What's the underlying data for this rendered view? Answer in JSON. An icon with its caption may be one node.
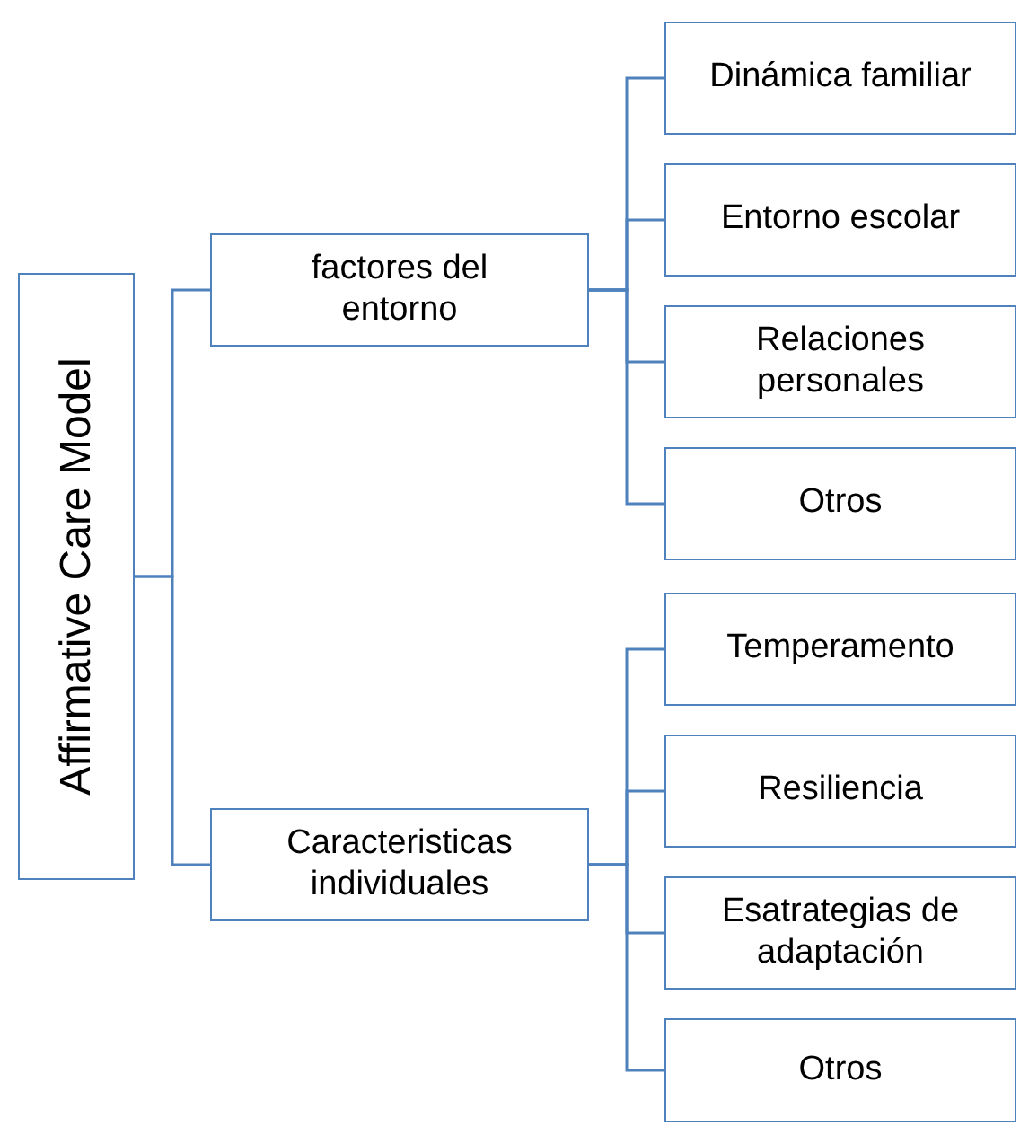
{
  "diagram": {
    "nodes": [
      {
        "text": [
          "Affirmative Care Model"
        ]
      },
      {
        "text": [
          "factores del entorno"
        ]
      },
      {
        "text": [
          "Dinámica familiar"
        ]
      },
      {
        "text": [
          "Entorno escolar"
        ]
      },
      {
        "text": [
          "Relaciones personales"
        ]
      },
      {
        "text": [
          "Otros"
        ]
      },
      {
        "text": [
          "Caracteristicas individuales"
        ]
      },
      {
        "text": [
          "Temperamento"
        ]
      },
      {
        "text": [
          "Resiliencia"
        ]
      },
      {
        "text": [
          "Esatrategias de adaptación"
        ]
      },
      {
        "text": [
          "Otros"
        ]
      }
    ],
    "edges": [
      {
        "from": 0,
        "to": 1,
        "arrow": "none"
      },
      {
        "from": 0,
        "to": 6,
        "arrow": "none"
      },
      {
        "from": 1,
        "to": 2,
        "arrow": "none"
      },
      {
        "from": 1,
        "to": 3,
        "arrow": "none"
      },
      {
        "from": 1,
        "to": 4,
        "arrow": "none"
      },
      {
        "from": 1,
        "to": 5,
        "arrow": "none"
      },
      {
        "from": 6,
        "to": 7,
        "arrow": "none"
      },
      {
        "from": 6,
        "to": 8,
        "arrow": "none"
      },
      {
        "from": 6,
        "to": 9,
        "arrow": "none"
      },
      {
        "from": 6,
        "to": 10,
        "arrow": "none"
      }
    ]
  }
}
